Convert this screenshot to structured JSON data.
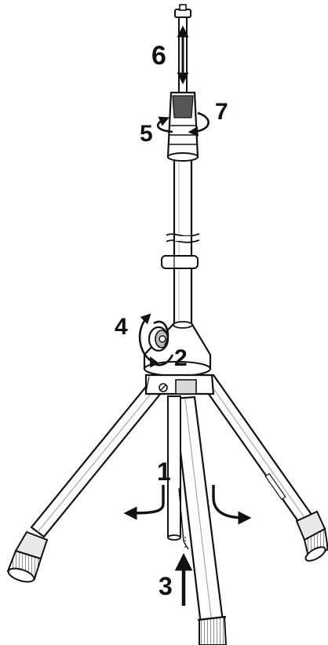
{
  "diagram": {
    "callouts": [
      {
        "id": "1",
        "text": "1"
      },
      {
        "id": "2",
        "text": "2"
      },
      {
        "id": "3",
        "text": "3"
      },
      {
        "id": "4",
        "text": "4"
      },
      {
        "id": "5",
        "text": "5"
      },
      {
        "id": "6",
        "text": "6"
      },
      {
        "id": "7",
        "text": "7"
      }
    ],
    "colors": {
      "line": "#111111",
      "fill": "#ffffff",
      "shade": "#d9d9d9",
      "dark": "#555555"
    }
  }
}
